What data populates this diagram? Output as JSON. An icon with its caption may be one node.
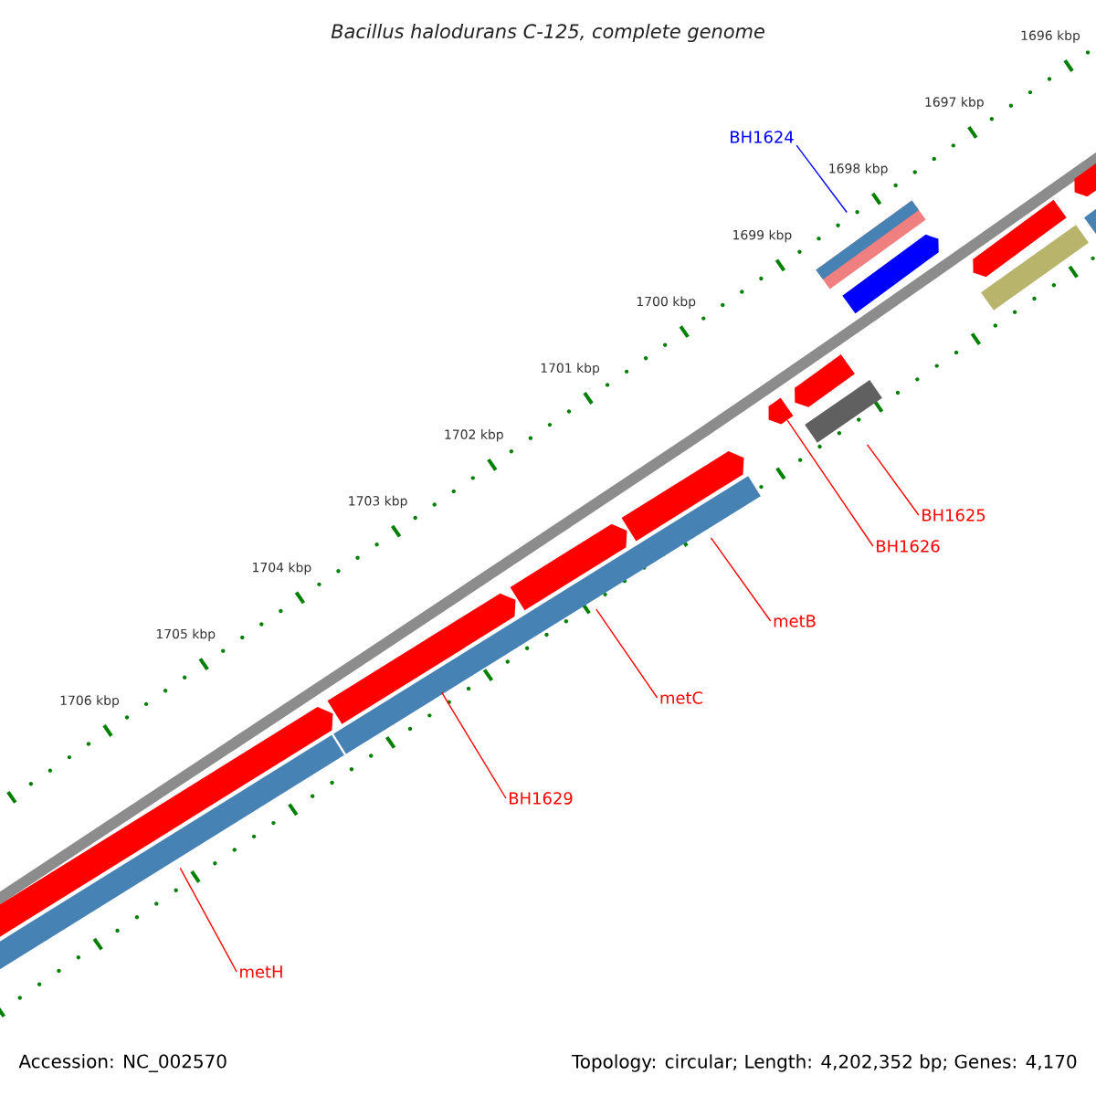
{
  "diagram": {
    "title": "Bacillus halodurans C-125, complete genome",
    "nodes": [
      {
        "text": [
          "BH1624"
        ]
      },
      {
        "text": [
          "BH1625"
        ]
      },
      {
        "text": [
          "BH1626"
        ]
      },
      {
        "text": [
          "metB"
        ]
      },
      {
        "text": [
          "metC"
        ]
      },
      {
        "text": [
          "BH1629"
        ]
      },
      {
        "text": [
          "metH"
        ]
      },
      {
        "text": [],
        "shape": "arrow"
      },
      {
        "text": [],
        "shape": "arrow"
      },
      {
        "text": [],
        "shape": "arrow"
      },
      {
        "text": [],
        "shape": "arrow"
      },
      {
        "text": [],
        "shape": "arrow"
      },
      {
        "text": [],
        "shape": "bar"
      },
      {
        "text": [],
        "shape": "bar"
      }
    ],
    "edges": [
      {
        "from": 0,
        "to": 12,
        "arrow": "none",
        "color": "#0000ff"
      },
      {
        "from": 1,
        "to": 13,
        "arrow": "none"
      },
      {
        "from": 2,
        "to": 11,
        "arrow": "none"
      },
      {
        "from": 3,
        "to": 10,
        "arrow": "none"
      },
      {
        "from": 4,
        "to": 9,
        "arrow": "none"
      },
      {
        "from": 5,
        "to": 8,
        "arrow": "none"
      },
      {
        "from": 6,
        "to": 7,
        "arrow": "none"
      }
    ],
    "labels": [
      "1696 kbp",
      "1697 kbp",
      "1698 kbp",
      "1699 kbp",
      "1700 kbp",
      "1701 kbp",
      "1702 kbp",
      "1703 kbp",
      "1704 kbp",
      "1705 kbp",
      "1706 kbp",
      "Accession: NC_002570",
      "Topology: circular; Length: 4,202,352 bp; Genes: 4,170"
    ]
  }
}
